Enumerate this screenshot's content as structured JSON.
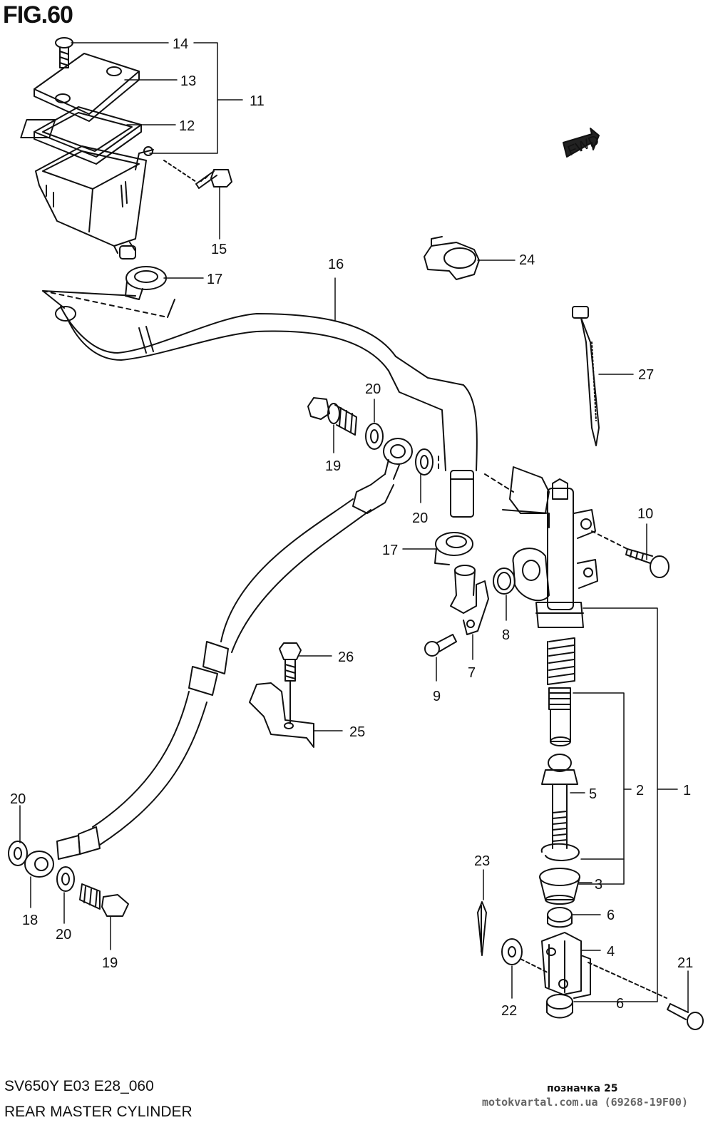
{
  "figure": {
    "title": "FIG.60",
    "model_code": "SV650Y E03 E28_060",
    "name": "REAR MASTER CYLINDER",
    "fwd_label": "FWD"
  },
  "footer": {
    "mark": "позначка 25",
    "site": "motokvartal.com.ua (69268-19F00)"
  },
  "callouts": [
    {
      "id": "c14",
      "label": "14"
    },
    {
      "id": "c13",
      "label": "13"
    },
    {
      "id": "c11",
      "label": "11"
    },
    {
      "id": "c12",
      "label": "12"
    },
    {
      "id": "c15",
      "label": "15"
    },
    {
      "id": "c17a",
      "label": "17"
    },
    {
      "id": "c16",
      "label": "16"
    },
    {
      "id": "c24",
      "label": "24"
    },
    {
      "id": "c27",
      "label": "27"
    },
    {
      "id": "c20a",
      "label": "20"
    },
    {
      "id": "c19a",
      "label": "19"
    },
    {
      "id": "c20b",
      "label": "20"
    },
    {
      "id": "c10",
      "label": "10"
    },
    {
      "id": "c17b",
      "label": "17"
    },
    {
      "id": "c8",
      "label": "8"
    },
    {
      "id": "c7",
      "label": "7"
    },
    {
      "id": "c9",
      "label": "9"
    },
    {
      "id": "c26",
      "label": "26"
    },
    {
      "id": "c25",
      "label": "25"
    },
    {
      "id": "c5",
      "label": "5"
    },
    {
      "id": "c2",
      "label": "2"
    },
    {
      "id": "c1",
      "label": "1"
    },
    {
      "id": "c3",
      "label": "3"
    },
    {
      "id": "c6a",
      "label": "6"
    },
    {
      "id": "c4",
      "label": "4"
    },
    {
      "id": "c6b",
      "label": "6"
    },
    {
      "id": "c20c",
      "label": "20"
    },
    {
      "id": "c18",
      "label": "18"
    },
    {
      "id": "c20d",
      "label": "20"
    },
    {
      "id": "c19b",
      "label": "19"
    },
    {
      "id": "c23",
      "label": "23"
    },
    {
      "id": "c22",
      "label": "22"
    },
    {
      "id": "c21",
      "label": "21"
    }
  ]
}
